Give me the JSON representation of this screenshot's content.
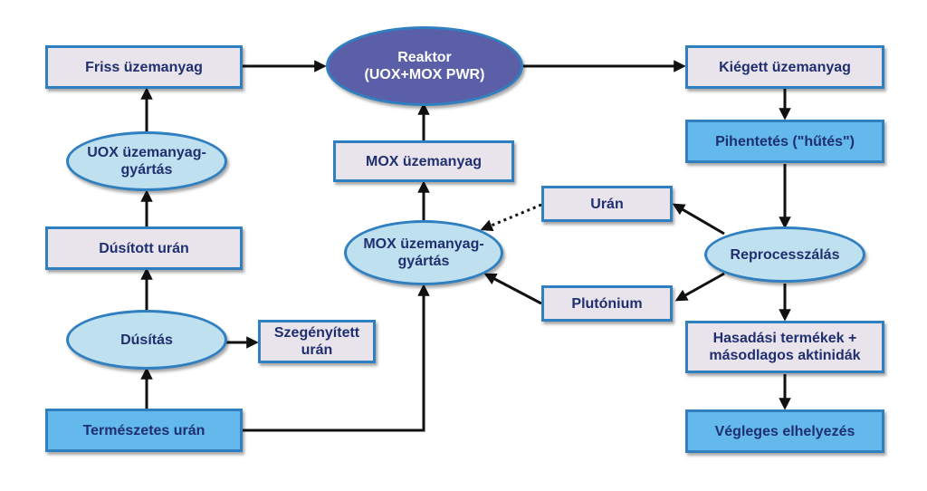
{
  "diagram": {
    "nodes": {
      "friss": "Friss üzemanyag",
      "uox_gyartas": "UOX üzemanyag-\ngyártás",
      "dusitott": "Dúsított urán",
      "dusitas": "Dúsítás",
      "szegenyitett": "Szegényített\nurán",
      "termeszetes": "Természetes urán",
      "reaktor": "Reaktor\n(UOX+MOX PWR)",
      "mox_uzemanyag": "MOX üzemanyag",
      "mox_gyartas": "MOX üzemanyag-\ngyártás",
      "uran": "Urán",
      "plutonium": "Plutónium",
      "kiegett": "Kiégett üzemanyag",
      "pihentetes": "Pihentetés (\"hűtés\")",
      "reprocesszalas": "Reprocesszálás",
      "hasadasi": "Hasadási termékek +\nmásodlagos aktinidák",
      "vegleges": "Végleges elhelyezés"
    }
  },
  "colors": {
    "border": "#2f7fc1",
    "rect_fill": "#e9e3ec",
    "rect_blue_fill": "#63b8ec",
    "ellipse_fill": "#bfe0ee",
    "reactor_fill": "#5b5fa8",
    "text": "#1f2f6f",
    "arrow": "#111111"
  }
}
